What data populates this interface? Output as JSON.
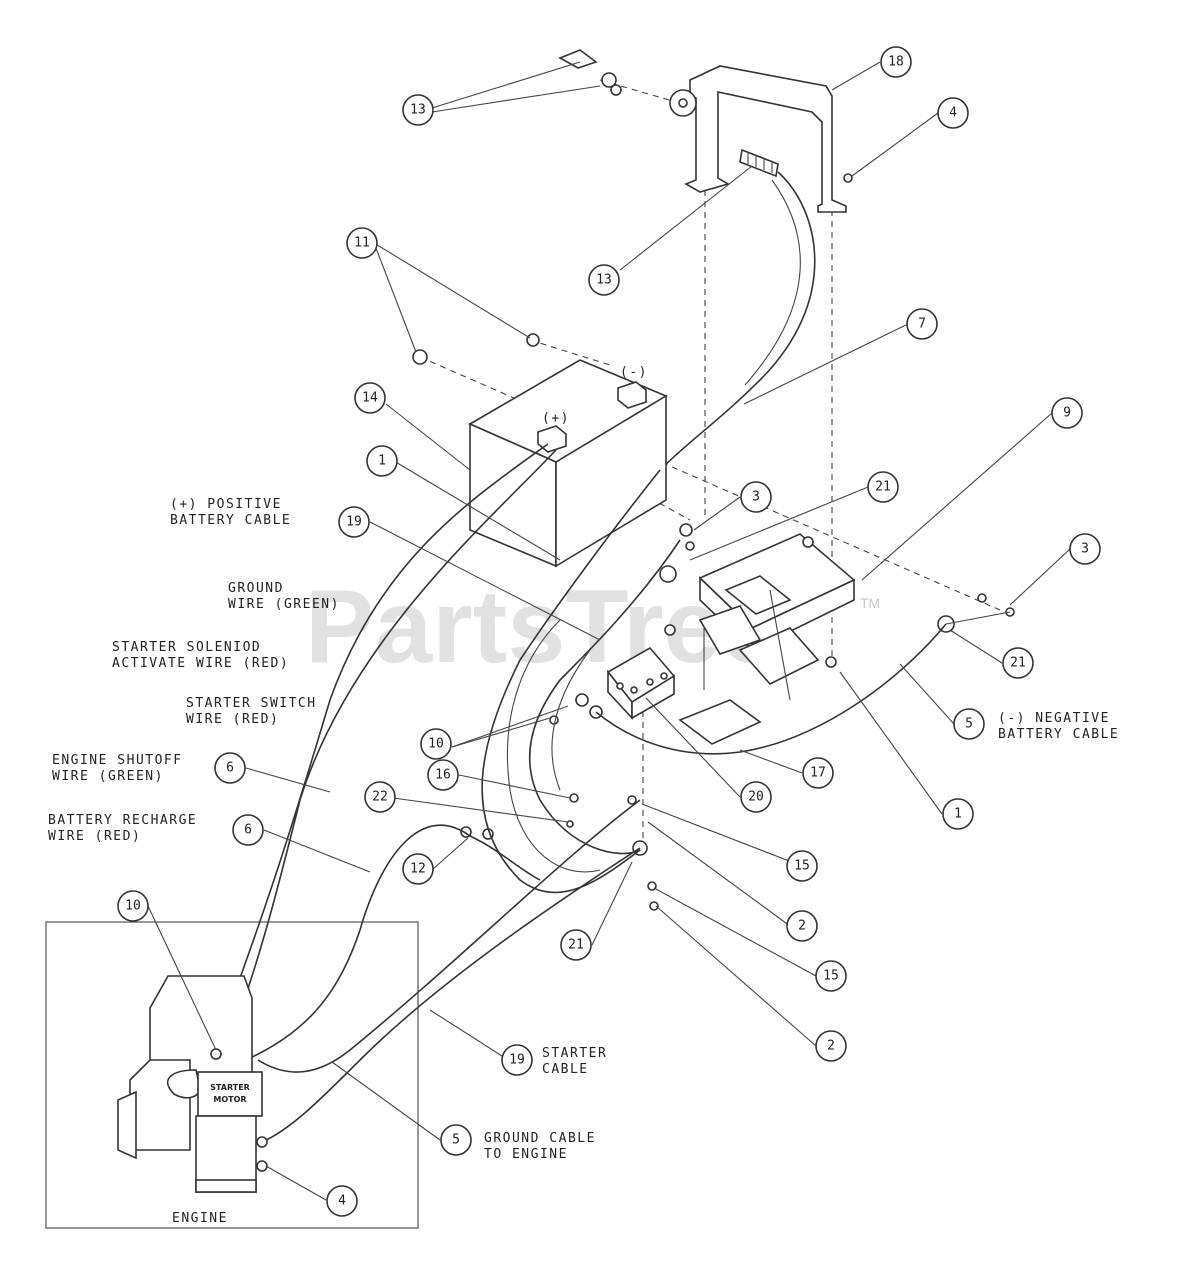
{
  "watermark": {
    "text": "PartsTree",
    "tm": "TM"
  },
  "battery": {
    "pos_term": "(+)",
    "neg_term": "(-)"
  },
  "engine_box": {
    "label": "ENGINE",
    "starter_motor": [
      "STARTER",
      "MOTOR"
    ]
  },
  "labels": {
    "positive_cable": [
      "(+) POSITIVE",
      "BATTERY CABLE"
    ],
    "ground_wire": [
      "GROUND",
      "WIRE (GREEN)"
    ],
    "solenoid_wire": [
      "STARTER SOLENIOD",
      "ACTIVATE WIRE (RED)"
    ],
    "starter_switch": [
      "STARTER SWITCH",
      "WIRE (RED)"
    ],
    "engine_shutoff": [
      "ENGINE SHUTOFF",
      "WIRE (GREEN)"
    ],
    "battery_recharge": [
      "BATTERY RECHARGE",
      "WIRE (RED)"
    ],
    "negative_cable": [
      "(-) NEGATIVE",
      "BATTERY CABLE"
    ],
    "starter_cable": [
      "STARTER",
      "CABLE"
    ],
    "ground_cable": [
      "GROUND CABLE",
      "TO ENGINE"
    ]
  },
  "callouts": {
    "c13a": "13",
    "c18a": "18",
    "c4a": "4",
    "c13b": "13",
    "c11": "11",
    "c7": "7",
    "c14": "14",
    "c1a": "1",
    "c9": "9",
    "c19a": "19",
    "c21a": "21",
    "c3a": "3",
    "c3b": "3",
    "c21b": "21",
    "c5a": "5",
    "c17": "17",
    "c1b": "1",
    "c10a": "10",
    "c6a": "6",
    "c16": "16",
    "c22": "22",
    "c20": "20",
    "c6b": "6",
    "c12": "12",
    "c15a": "15",
    "c2a": "2",
    "c21c": "21",
    "c15b": "15",
    "c2b": "2",
    "c10b": "10",
    "c19b": "19",
    "c5b": "5",
    "c4b": "4"
  }
}
